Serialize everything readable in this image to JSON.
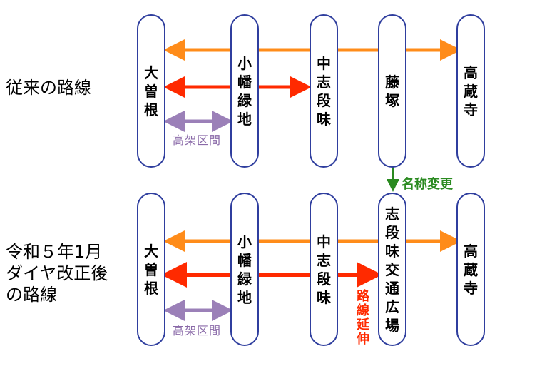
{
  "sections": {
    "old": {
      "label": "従来の路線",
      "stations": [
        "大曽根",
        "小幡緑地",
        "中志段味",
        "藤塚",
        "高蔵寺"
      ],
      "elevated_note": "高架区間"
    },
    "new": {
      "label": "令和５年1月\nダイヤ改正後\nの路線",
      "stations": [
        "大曽根",
        "小幡緑地",
        "中志段味",
        "志段味交通広場",
        "高蔵寺"
      ],
      "elevated_note": "高架区間",
      "extension_note": "路線延伸"
    }
  },
  "rename_label": "名称変更",
  "colors": {
    "orange": "#ff8c1a",
    "red": "#ff2a00",
    "purple": "#9b80b8",
    "green": "#2a8a20",
    "station_border": "#2f3e9e"
  }
}
